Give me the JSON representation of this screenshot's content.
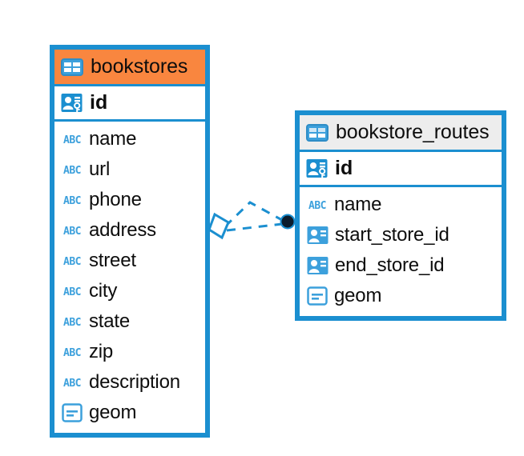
{
  "diagram": {
    "type": "entity-relationship-diagram",
    "accent_color": "#1b8fd0",
    "highlight_color": "#f9863f",
    "header_color": "#ededed",
    "background": "#ffffff"
  },
  "entities": [
    {
      "name": "bookstores",
      "header_style": "selected",
      "table_icon": "table-icon",
      "primary_key": {
        "label": "id",
        "icon": "primary-key-icon"
      },
      "fields": [
        {
          "label": "name",
          "icon": "abc-text-icon"
        },
        {
          "label": "url",
          "icon": "abc-text-icon"
        },
        {
          "label": "phone",
          "icon": "abc-text-icon"
        },
        {
          "label": "address",
          "icon": "abc-text-icon"
        },
        {
          "label": "street",
          "icon": "abc-text-icon"
        },
        {
          "label": "city",
          "icon": "abc-text-icon"
        },
        {
          "label": "state",
          "icon": "abc-text-icon"
        },
        {
          "label": "zip",
          "icon": "abc-text-icon"
        },
        {
          "label": "description",
          "icon": "abc-text-icon"
        },
        {
          "label": "geom",
          "icon": "geometry-icon"
        }
      ]
    },
    {
      "name": "bookstore_routes",
      "header_style": "normal",
      "table_icon": "table-icon",
      "primary_key": {
        "label": "id",
        "icon": "primary-key-icon"
      },
      "fields": [
        {
          "label": "name",
          "icon": "abc-text-icon"
        },
        {
          "label": "start_store_id",
          "icon": "foreign-key-icon"
        },
        {
          "label": "end_store_id",
          "icon": "foreign-key-icon"
        },
        {
          "label": "geom",
          "icon": "geometry-icon"
        }
      ]
    }
  ],
  "relationship": {
    "from_entity": "bookstores",
    "to_entity": "bookstore_routes",
    "line_style": "dashed",
    "source_marker": "diamond-marker",
    "target_marker": "filled-circle-marker",
    "color": "#1b8fd0"
  }
}
